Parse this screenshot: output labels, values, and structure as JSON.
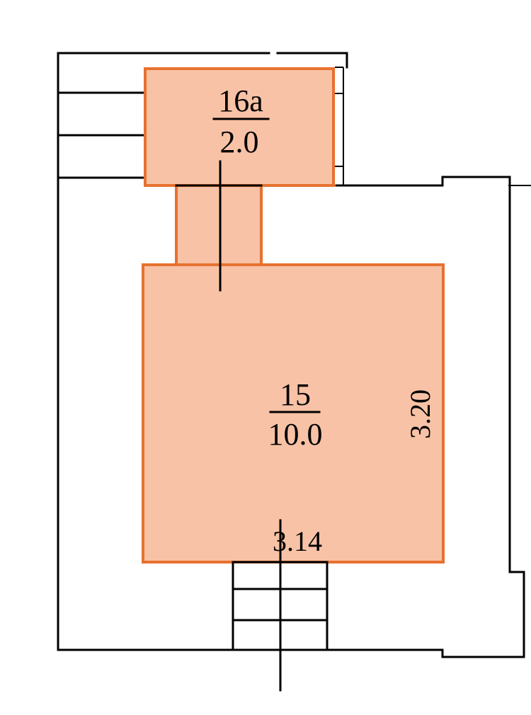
{
  "rooms": [
    {
      "id": "room-16a",
      "number": "16а",
      "area": "2.0"
    },
    {
      "id": "room-15",
      "number": "15",
      "area": "10.0"
    }
  ],
  "dimensions": {
    "height": "3.20",
    "width": "3.14"
  },
  "colors": {
    "room_fill": "#f8c2a6",
    "room_stroke": "#e7712f",
    "wall": "#000000"
  }
}
